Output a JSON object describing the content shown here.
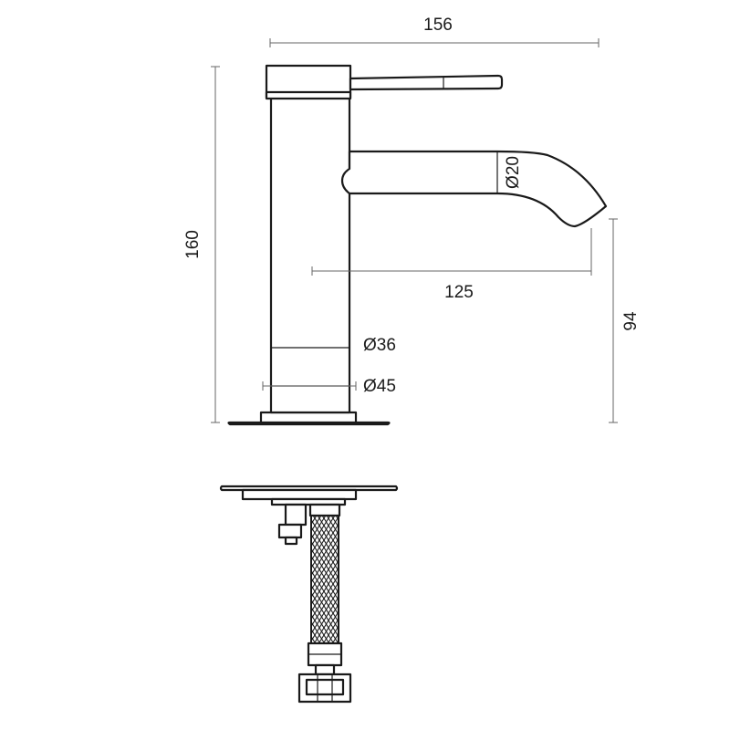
{
  "dimensions": {
    "overall_width": "156",
    "overall_height": "160",
    "spout_diameter": "Ø20",
    "spout_reach": "125",
    "spout_height": "94",
    "body_diameter": "Ø36",
    "base_diameter": "Ø45"
  },
  "colors": {
    "line": "#1a1a1a",
    "dimension_line": "#666666",
    "background": "#ffffff"
  }
}
